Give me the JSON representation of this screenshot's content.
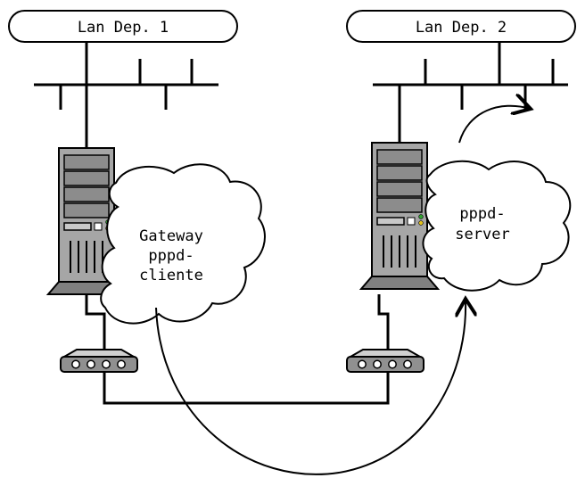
{
  "lans": [
    {
      "label": "Lan Dep. 1"
    },
    {
      "label": "Lan Dep. 2"
    }
  ],
  "clouds": [
    {
      "lines": [
        "Gateway",
        "pppd-",
        "cliente"
      ]
    },
    {
      "lines": [
        "pppd-",
        "server"
      ]
    }
  ],
  "colors": {
    "server_body": "#a6a6a6",
    "server_dark": "#808080",
    "led_green": "#2fa32f",
    "led_yellow": "#e3c21c"
  }
}
